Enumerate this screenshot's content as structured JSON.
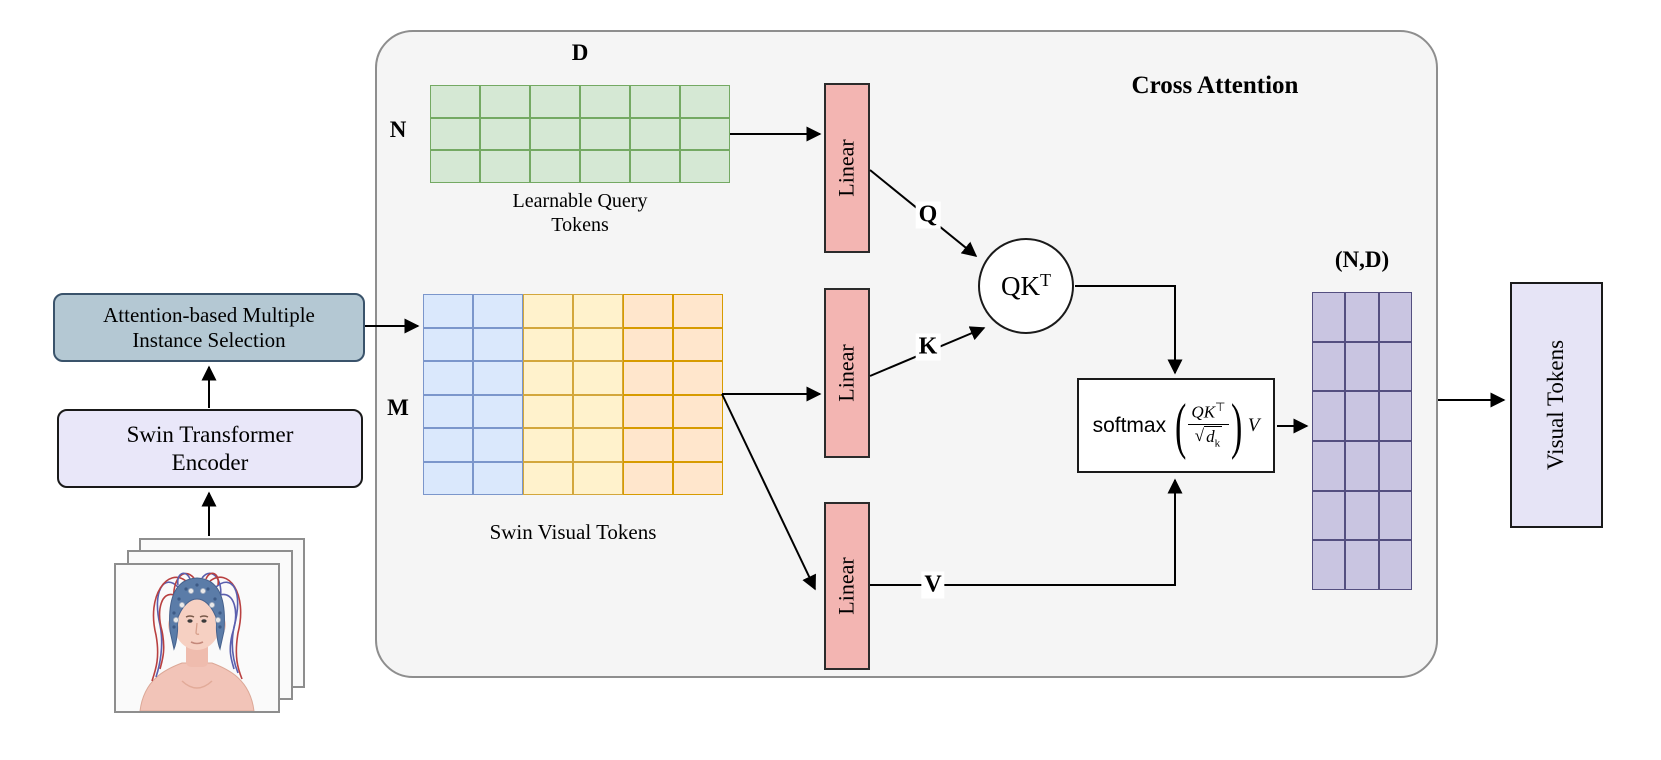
{
  "title": "Cross Attention",
  "labels": {
    "d": "D",
    "n": "N",
    "m": "M",
    "q": "Q",
    "k": "K",
    "v": "V",
    "nd": "(N,D)"
  },
  "learnable_query": {
    "rows": 3,
    "cols": 6,
    "fill": "#d5e8d4",
    "border": "#74a963",
    "caption_line1": "Learnable Query",
    "caption_line2": "Tokens"
  },
  "swin_tokens": {
    "rows": 6,
    "cols": 6,
    "caption": "Swin Visual Tokens",
    "col_fills": [
      "#dae8fc",
      "#dae8fc",
      "#fff2cc",
      "#fff2cc",
      "#ffe6cc",
      "#ffe6cc"
    ],
    "col_borders": [
      "#7b96cb",
      "#7b96cb",
      "#d3a73c",
      "#d3a73c",
      "#d79b00",
      "#d79b00"
    ]
  },
  "output_tokens": {
    "rows": 6,
    "cols": 3,
    "fill": "#c9c5e1",
    "border": "#544f80"
  },
  "linear_label": "Linear",
  "qkt": {
    "base": "QK",
    "sup": "T"
  },
  "formula": {
    "fn": "softmax",
    "open_paren": "(",
    "num_base": "QK",
    "num_sup": "⊤",
    "radical": "√",
    "den_base": "d",
    "den_sub": "k",
    "close_paren": ")",
    "suffix": "V"
  },
  "boxes": {
    "amis_line1": "Attention-based Multiple",
    "amis_line2": "Instance Selection",
    "encoder_line1": "Swin Transformer",
    "encoder_line2": "Encoder",
    "visual_tokens": "Visual Tokens"
  },
  "colors": {
    "panel_fill": "#f5f5f5",
    "panel_border": "#8e8e8e",
    "linear_fill": "#f3b5b2",
    "linear_border": "#2b2b2b",
    "amis_fill": "#b4c8d3",
    "amis_border": "#3a536b",
    "encoder_fill": "#e9e7f9",
    "visual_tokens_fill": "#e6e4f6",
    "box_border": "#1a1a1a",
    "arrow": "#000000"
  }
}
